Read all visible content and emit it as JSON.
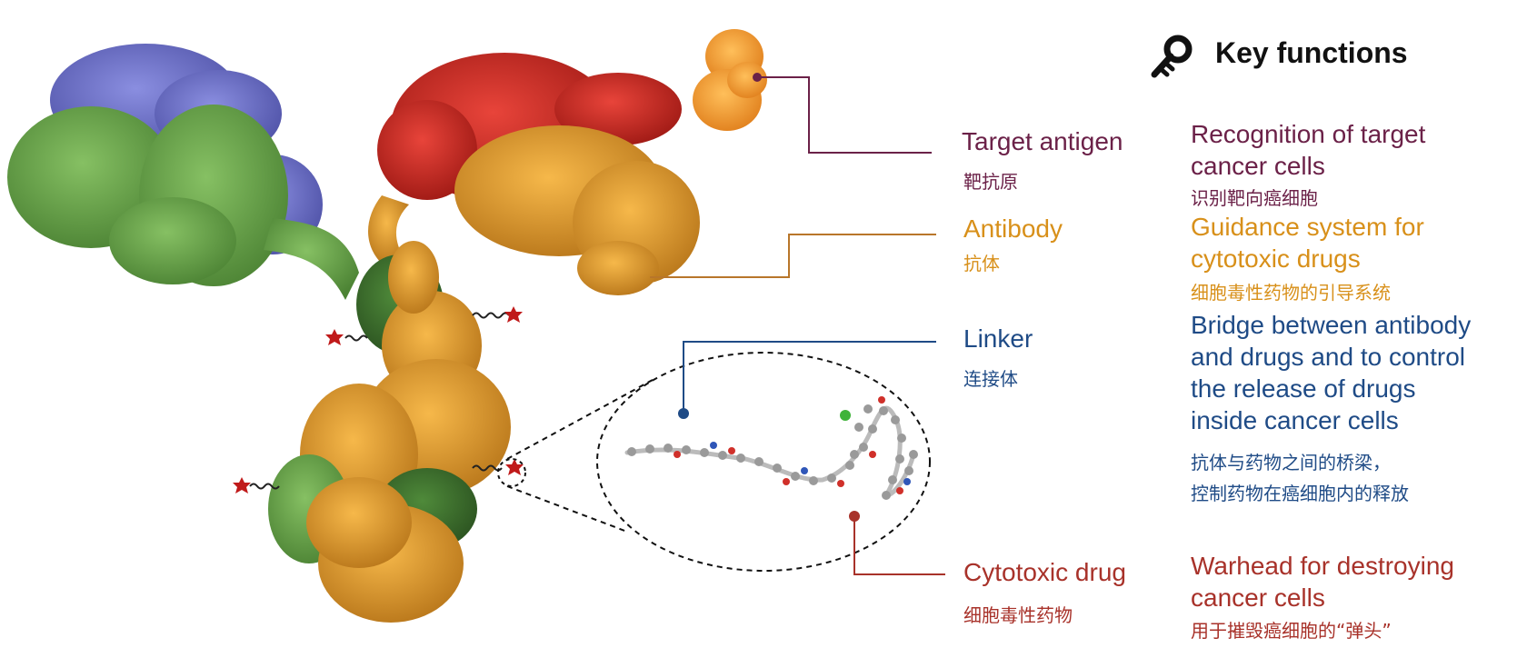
{
  "colors": {
    "antigen": "#6b2148",
    "antibody": "#d8901a",
    "linker": "#1f4b86",
    "drug": "#a8322a",
    "protein_blue": "#6f72c8",
    "protein_green": "#6aa04a",
    "protein_darkgreen": "#3f6f2e",
    "protein_red": "#cc2a22",
    "protein_orange": "#e8a52e",
    "protein_lightorange": "#f2a13a"
  },
  "header": {
    "icon": "key-icon",
    "title": "Key functions"
  },
  "components": [
    {
      "name": "Target antigen",
      "name_zh": "靶抗原",
      "function_lines": [
        "Recognition of target",
        "cancer cells"
      ],
      "function_zh": [
        "识别靶向癌细胞"
      ]
    },
    {
      "name": "Antibody",
      "name_zh": "抗体",
      "function_lines": [
        "Guidance system for",
        "cytotoxic drugs"
      ],
      "function_zh": [
        "细胞毒性药物的引导系统"
      ]
    },
    {
      "name": "Linker",
      "name_zh": "连接体",
      "function_lines": [
        "Bridge between antibody",
        "and drugs and to control",
        "the release of drugs",
        "inside cancer cells"
      ],
      "function_zh": [
        "抗体与药物之间的桥梁，",
        "控制药物在癌细胞内的释放"
      ]
    },
    {
      "name": "Cytotoxic drug",
      "name_zh": "细胞毒性药物",
      "function_lines": [
        "Warhead for destroying",
        "cancer cells"
      ],
      "function_zh": [
        "用于摧毁癌细胞的“弹头”"
      ]
    }
  ]
}
